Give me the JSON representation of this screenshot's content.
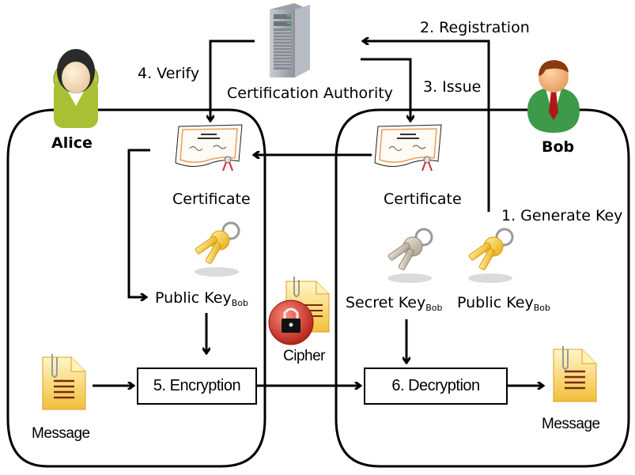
{
  "actors": {
    "alice": {
      "name": "Alice"
    },
    "bob": {
      "name": "Bob"
    },
    "ca": {
      "name": "Certification Authority"
    }
  },
  "steps": {
    "generate_key": "1. Generate Key",
    "registration": "2. Registration",
    "issue": "3. Issue",
    "verify": "4. Verify",
    "encryption": "5. Encryption",
    "decryption": "6. Decryption"
  },
  "labels": {
    "certificate_alice": "Certificate",
    "certificate_bob": "Certificate",
    "public_key_alice": "Public Key",
    "public_key_alice_sub": "Bob",
    "secret_key_bob": "Secret Key",
    "secret_key_bob_sub": "Bob",
    "public_key_bob": "Public Key",
    "public_key_bob_sub": "Bob",
    "cipher": "Cipher",
    "message_alice": "Message",
    "message_bob": "Message"
  },
  "colors": {
    "alice_shirt": "#a8c03a",
    "bob_suit": "#3a9a4a",
    "bob_tie": "#b01818",
    "key_gold": "#f5c21b",
    "key_gray": "#bdb3a6",
    "lock_red": "#d8332a",
    "document_yellow": "#f7d56a"
  }
}
